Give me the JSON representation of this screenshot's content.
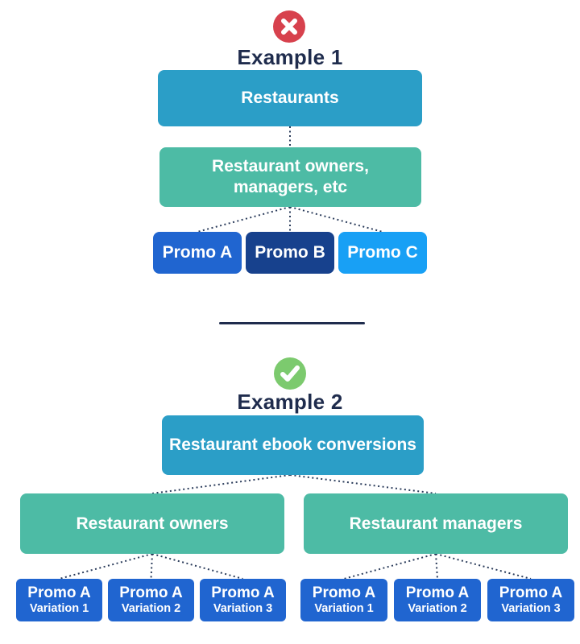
{
  "example1": {
    "icon": "x-icon",
    "title": "Example 1",
    "campaign": {
      "label": "Restaurants"
    },
    "adset": {
      "line1": "Restaurant owners,",
      "line2": "managers, etc"
    },
    "ads": [
      {
        "label": "Promo A"
      },
      {
        "label": "Promo B"
      },
      {
        "label": "Promo C"
      }
    ]
  },
  "example2": {
    "icon": "check-icon",
    "title": "Example 2",
    "campaign": {
      "label": "Restaurant ebook conversions"
    },
    "adsets": [
      {
        "label": "Restaurant owners",
        "ads": [
          {
            "title": "Promo A",
            "subtitle": "Variation 1"
          },
          {
            "title": "Promo A",
            "subtitle": "Variation 2"
          },
          {
            "title": "Promo A",
            "subtitle": "Variation 3"
          }
        ]
      },
      {
        "label": "Restaurant managers",
        "ads": [
          {
            "title": "Promo A",
            "subtitle": "Variation 1"
          },
          {
            "title": "Promo A",
            "subtitle": "Variation 2"
          },
          {
            "title": "Promo A",
            "subtitle": "Variation 3"
          }
        ]
      }
    ]
  },
  "colors": {
    "campaign_blue": "#2B9EC7",
    "adset_teal": "#4DBBA5",
    "promo_blue": "#2065D0",
    "promo_navy": "#17418D",
    "promo_sky": "#18A0F5",
    "heading_navy": "#1F2C4D",
    "connector_navy": "#2B3C5B",
    "error_red": "#D7414D",
    "success_green": "#7CCA6E",
    "background": "#FFFFFF"
  }
}
